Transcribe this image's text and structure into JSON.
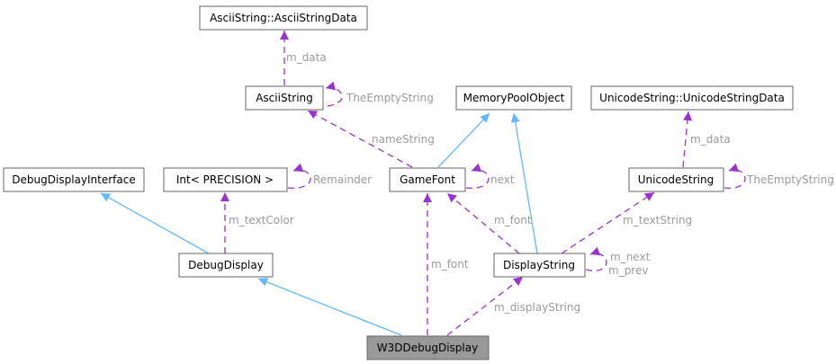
{
  "nodes": {
    "ascii_string_data": "AsciiString::AsciiStringData",
    "ascii_string": "AsciiString",
    "memory_pool_object": "MemoryPoolObject",
    "unicode_string_data": "UnicodeString::UnicodeStringData",
    "debug_display_interface": "DebugDisplayInterface",
    "int_precision": "Int< PRECISION >",
    "game_font": "GameFont",
    "unicode_string": "UnicodeString",
    "debug_display": "DebugDisplay",
    "display_string": "DisplayString",
    "w3d_debug_display": "W3DDebugDisplay"
  },
  "edge_labels": {
    "ascii_m_data": "m_data",
    "ascii_empty": "TheEmptyString",
    "unicode_m_data": "m_data",
    "unicode_empty": "TheEmptyString",
    "name_string": "nameString",
    "next": "next",
    "remainder": "Remainder",
    "m_text_color": "m_textColor",
    "ds_m_font": "m_font",
    "m_text_string": "m_textString",
    "w3d_m_font": "m_font",
    "m_next": "m_next",
    "m_prev": "m_prev",
    "m_display_string": "m_displayString"
  },
  "colors": {
    "inheritance": "#63b8ff",
    "usage": "#9a32cd",
    "highlight_fill": "#999999",
    "label": "#9a9a9a"
  }
}
